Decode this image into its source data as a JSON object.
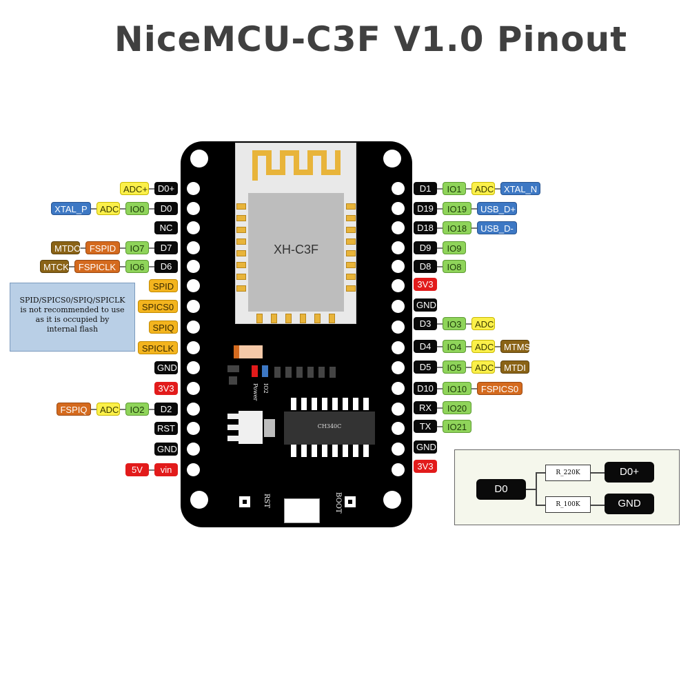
{
  "title": "NiceMCU-C3F V1.0 Pinout",
  "module_label": "XH-C3F",
  "chip_label": "CH340C",
  "board_labels": {
    "power": "Power",
    "io": "IO2",
    "rst": "RST",
    "boot": "BOOT"
  },
  "left_pins": [
    {
      "pin": "D0+",
      "functions": [
        "ADC+"
      ]
    },
    {
      "pin": "D0",
      "functions": [
        "IO0",
        "ADC",
        "XTAL_P"
      ]
    },
    {
      "pin": "NC",
      "functions": []
    },
    {
      "pin": "D7",
      "functions": [
        "IO7",
        "FSPID",
        "MTDO"
      ]
    },
    {
      "pin": "D6",
      "functions": [
        "IO6",
        "FSPICLK",
        "MTCK"
      ]
    },
    {
      "pin": "SPID",
      "functions": []
    },
    {
      "pin": "SPICS0",
      "functions": []
    },
    {
      "pin": "SPIQ",
      "functions": []
    },
    {
      "pin": "SPICLK",
      "functions": []
    },
    {
      "pin": "GND",
      "functions": []
    },
    {
      "pin": "3V3",
      "functions": []
    },
    {
      "pin": "D2",
      "functions": [
        "IO2",
        "ADC",
        "FSPIQ"
      ]
    },
    {
      "pin": "RST",
      "functions": []
    },
    {
      "pin": "GND",
      "functions": []
    },
    {
      "pin": "vin",
      "functions": [
        "5V"
      ]
    }
  ],
  "right_pins": [
    {
      "pin": "D1",
      "functions": [
        "IO1",
        "ADC",
        "XTAL_N"
      ]
    },
    {
      "pin": "D19",
      "functions": [
        "IO19",
        "USB_D+"
      ]
    },
    {
      "pin": "D18",
      "functions": [
        "IO18",
        "USB_D-"
      ]
    },
    {
      "pin": "D9",
      "functions": [
        "IO9"
      ]
    },
    {
      "pin": "D8",
      "functions": [
        "IO8"
      ]
    },
    {
      "pin": "3V3",
      "functions": []
    },
    {
      "pin": "GND",
      "functions": []
    },
    {
      "pin": "D3",
      "functions": [
        "IO3",
        "ADC"
      ]
    },
    {
      "pin": "D4",
      "functions": [
        "IO4",
        "ADC",
        "MTMS"
      ]
    },
    {
      "pin": "D5",
      "functions": [
        "IO5",
        "ADC",
        "MTDI"
      ]
    },
    {
      "pin": "D10",
      "functions": [
        "IO10",
        "FSPICS0"
      ]
    },
    {
      "pin": "RX",
      "functions": [
        "IO20"
      ]
    },
    {
      "pin": "TX",
      "functions": [
        "IO21"
      ]
    },
    {
      "pin": "GND",
      "functions": []
    },
    {
      "pin": "3V3",
      "functions": []
    }
  ],
  "note": {
    "lines": [
      "SPID/SPICS0/SPIQ/SPICLK",
      "is not recommended to use",
      "as it is occupied by",
      "internal flash"
    ]
  },
  "inset": {
    "source": "D0",
    "r1": "R_220K",
    "r2": "R_100K",
    "out1": "D0+",
    "out2": "GND"
  },
  "colors": {
    "pin": "#0a0a0a",
    "gpio": "#8fd45a",
    "adc": "#fbf04a",
    "usb_xtal": "#3d78c4",
    "spi": "#d46a1e",
    "jtag": "#8a6316",
    "flash": "#f3b41e",
    "power": "#e21b1b"
  }
}
